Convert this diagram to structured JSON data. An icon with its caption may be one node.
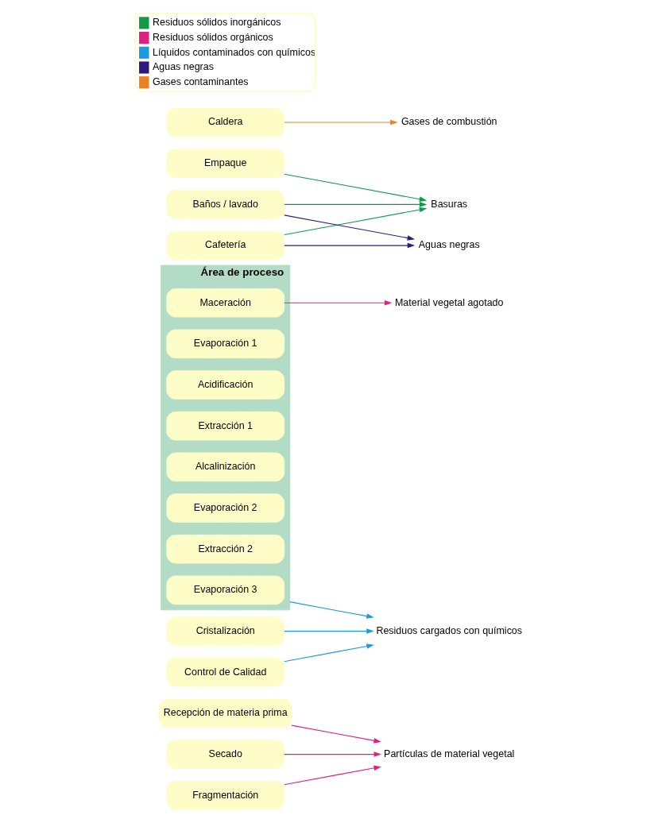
{
  "diagram": {
    "nodes": [
      {
        "text": [
          "Recepción de materia prima"
        ]
      },
      {
        "text": [
          "Secado"
        ]
      },
      {
        "text": [
          "Fragmentación"
        ]
      },
      {
        "text": [
          "Área de proceso"
        ]
      },
      {
        "text": [
          "Maceración"
        ],
        "in": 3
      },
      {
        "text": [
          "Evaporación 1"
        ],
        "in": 3
      },
      {
        "text": [
          "Acidificación"
        ],
        "in": 3
      },
      {
        "text": [
          "Extracción 1"
        ],
        "in": 3
      },
      {
        "text": [
          "Alcalinización"
        ],
        "in": 3
      },
      {
        "text": [
          "Evaporación 2"
        ],
        "in": 3
      },
      {
        "text": [
          "Extracción 2"
        ],
        "in": 3
      },
      {
        "text": [
          "Evaporación 3"
        ],
        "in": 3
      },
      {
        "text": [
          "Cristalización"
        ]
      },
      {
        "text": [
          "Empaque"
        ]
      },
      {
        "text": [
          "Cafetería"
        ]
      },
      {
        "text": [
          "Baños / lavado"
        ]
      },
      {
        "text": [
          "Caldera"
        ]
      },
      {
        "text": [
          "Control de Calidad"
        ]
      },
      {
        "text": [
          "Gases de combustión"
        ]
      },
      {
        "text": [
          "Partículas de material vegetal"
        ]
      },
      {
        "text": [
          "Material vegetal agotado"
        ]
      },
      {
        "text": [
          "Residuos cargados con químicos"
        ]
      },
      {
        "text": [
          "Aguas negras"
        ]
      },
      {
        "text": [
          "Basuras"
        ]
      }
    ],
    "edges": [
      {
        "from": 0,
        "to": 19,
        "arrow": "to",
        "color": "#e0207e"
      },
      {
        "from": 1,
        "to": 19,
        "arrow": "to",
        "color": "#e0207e"
      },
      {
        "from": 2,
        "to": 19,
        "arrow": "to",
        "color": "#e0207e"
      },
      {
        "from": 4,
        "to": 20,
        "arrow": "to",
        "color": "#e0207e"
      },
      {
        "from": 3,
        "to": 21,
        "arrow": "to",
        "color": "#1a9be0"
      },
      {
        "from": 12,
        "to": 21,
        "arrow": "to",
        "color": "#1a9be0"
      },
      {
        "from": 17,
        "to": 21,
        "arrow": "to",
        "color": "#1a9be0"
      },
      {
        "from": 14,
        "to": 22,
        "arrow": "to",
        "color": "#2e1a7e"
      },
      {
        "from": 15,
        "to": 22,
        "arrow": "to",
        "color": "#2e1a7e"
      },
      {
        "from": 14,
        "to": 23,
        "arrow": "to",
        "color": "#0f9a4a"
      },
      {
        "from": 15,
        "to": 23,
        "arrow": "to",
        "color": "#0f9a4a"
      },
      {
        "from": 13,
        "to": 23,
        "arrow": "to",
        "color": "#0f9a4a"
      },
      {
        "from": 16,
        "to": 18,
        "arrow": "to",
        "color": "#ee8020"
      }
    ],
    "legend": [
      {
        "text": "Residuos sólidos inorgánicos",
        "color": "#0f9a4a"
      },
      {
        "text": "Residuos sólidos orgánicos",
        "color": "#e0207e"
      },
      {
        "text": "Líquidos contaminados con químicos",
        "color": "#1a9be0"
      },
      {
        "text": "Aguas negras",
        "color": "#2e1a7e"
      },
      {
        "text": "Gases contaminantes",
        "color": "#ee8020"
      }
    ]
  }
}
